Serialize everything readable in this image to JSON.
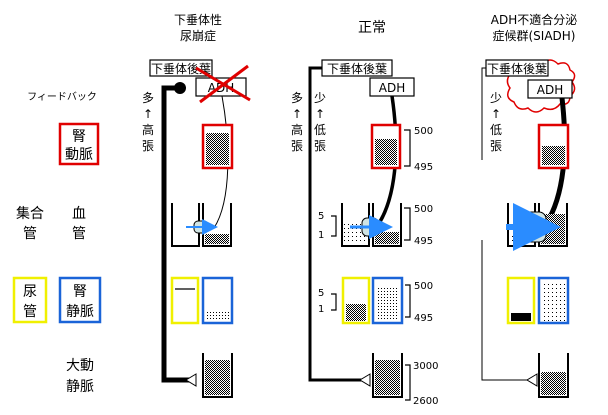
{
  "titles": {
    "col1_line1": "下垂体性",
    "col1_line2": "尿崩症",
    "col2": "正常",
    "col3_line1": "ADH不適合分泌",
    "col3_line2": "症候群(SIADH)"
  },
  "row_labels": {
    "feedback": "フィードバック",
    "renal_artery_1": "腎",
    "renal_artery_2": "動脈",
    "collecting_duct_1": "集合",
    "collecting_duct_2": "管",
    "blood_vessel_1": "血",
    "blood_vessel_2": "管",
    "urinary_tract_1": "尿",
    "urinary_tract_2": "管",
    "renal_vein_1": "腎",
    "renal_vein_2": "静脈",
    "aorta_1": "大動",
    "aorta_2": "静脈"
  },
  "panel_labels": {
    "pituitary": "下垂体後葉",
    "adh": "ADH"
  },
  "osmolarity_labels": {
    "high": "多",
    "arrow": "↑",
    "high_tension_1": "高",
    "high_tension_2": "張",
    "low": "少",
    "low_tension_1": "低",
    "low_tension_2": "張"
  },
  "scales": {
    "renal_artery_top": "500",
    "renal_artery_bottom": "495",
    "collecting_top": "500",
    "collecting_bottom": "495",
    "collecting_left_top": "5",
    "collecting_left_bottom": "1",
    "vein_top": "500",
    "vein_bottom": "495",
    "vein_left_top": "5",
    "vein_left_bottom": "1",
    "aorta_top": "3000",
    "aorta_bottom": "2600"
  },
  "colors": {
    "red": "#e00000",
    "blue": "#1a64d8",
    "yellow": "#f0f000",
    "black": "#000000",
    "arrow_blue": "#2a8cff"
  }
}
